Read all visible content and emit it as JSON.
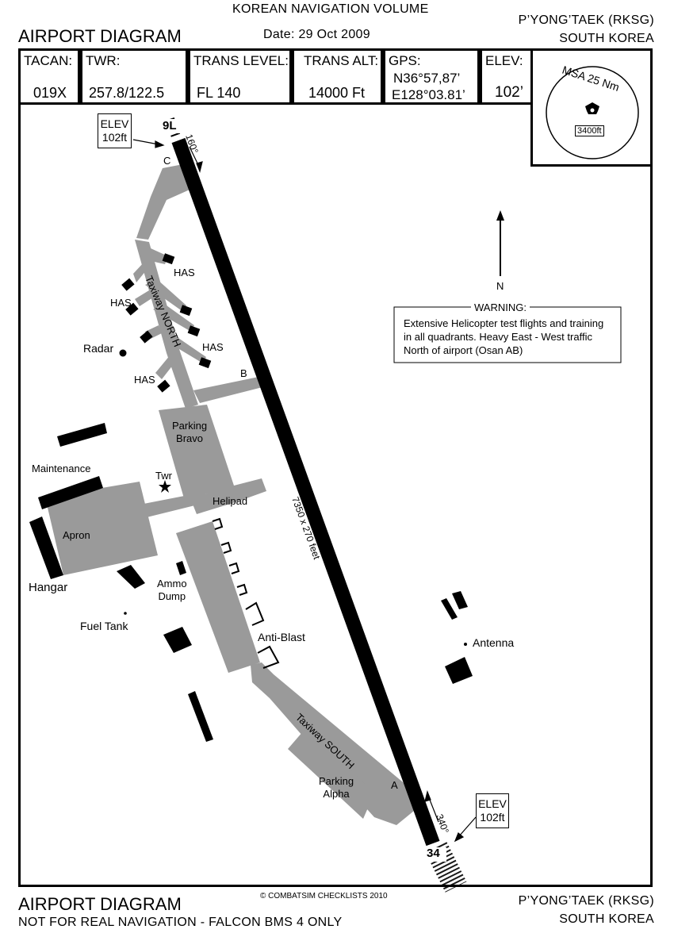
{
  "header": {
    "volume": "KOREAN NAVIGATION VOLUME",
    "title": "AIRPORT DIAGRAM",
    "date": "Date: 29 Oct 2009",
    "airport": "P’YONG’TAEK (RKSG)",
    "country": "SOUTH KOREA"
  },
  "info": {
    "tacan_label": "TACAN:",
    "tacan_value": "019X",
    "twr_label": "TWR:",
    "twr_value": "257.8/122.5",
    "trans_level_label": "TRANS LEVEL:",
    "trans_level_value": "FL 140",
    "trans_alt_label": "TRANS ALT:",
    "trans_alt_value": "14000 Ft",
    "gps_label": "GPS:",
    "gps_lat": "N36°57,87’",
    "gps_lon": "E128°03.81’",
    "elev_label": "ELEV:",
    "elev_value": "102’"
  },
  "msa": {
    "label": "MSA 25 Nm",
    "altitude": "3400ft"
  },
  "warning": {
    "title": "WARNING:",
    "lines": [
      "Extensive Helicopter test flights and training",
      "in all quadrants. Heavy East - West traffic",
      "North of airport (Osan AB)"
    ]
  },
  "north_label": "N",
  "runway": {
    "north_end": "9L",
    "south_end": "34",
    "heading_north_end": "160°",
    "heading_south_end": "340°",
    "dimensions": "7350 x 270 feet",
    "elev_north": [
      "ELEV",
      "102ft"
    ],
    "elev_south": [
      "ELEV",
      "102ft"
    ]
  },
  "labels": {
    "taxiway_c": "C",
    "taxiway_b": "B",
    "taxiway_a": "A",
    "has": "HAS",
    "taxiway_north": "Taxiway NORTH",
    "taxiway_south": "Taxiway SOUTH",
    "radar": "Radar",
    "parking_bravo": [
      "Parking",
      "Bravo"
    ],
    "parking_alpha": [
      "Parking",
      "Alpha"
    ],
    "maintenance": "Maintenance",
    "tower": "Twr",
    "helipad": "Helipad",
    "apron": "Apron",
    "hangar": "Hangar",
    "ammo_dump": [
      "Ammo",
      "Dump"
    ],
    "fuel_tank": "Fuel Tank",
    "anti_blast": "Anti-Blast",
    "antenna": "Antenna"
  },
  "footer": {
    "copyright": "COMBATSIM CHECKLISTS 2010",
    "title": "AIRPORT DIAGRAM",
    "disclaimer": "NOT FOR REAL NAVIGATION - FALCON BMS 4 ONLY",
    "airport": "P’YONG’TAEK (RKSG)",
    "country": "SOUTH KOREA"
  },
  "colors": {
    "taxiway": "#9a9a9a",
    "runway": "#000000",
    "ink": "#000000"
  }
}
